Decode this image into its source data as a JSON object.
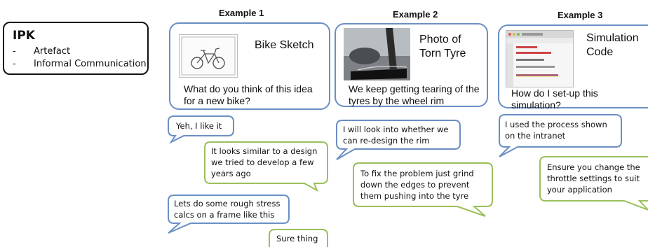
{
  "ipk": {
    "title": "IPK",
    "items": [
      "Artefact",
      "Informal Communication"
    ],
    "bullet": "-"
  },
  "examples": [
    {
      "title": "Example 1",
      "label": "Bike Sketch",
      "question": "What do you think of this idea for a new bike?"
    },
    {
      "title": "Example 2",
      "label": "Photo of Torn Tyre",
      "question": "We keep getting tearing of the tyres by the wheel rim"
    },
    {
      "title": "Example 3",
      "label": "Simulation Code",
      "question": "How do I set-up this simulation?"
    }
  ],
  "bubbles": [
    {
      "text": "Yeh, I like it"
    },
    {
      "text": "It looks similar to a design we tried to develop a few years ago"
    },
    {
      "text": "Lets do some rough stress calcs on a frame like this"
    },
    {
      "text": "Sure thing"
    },
    {
      "text": "I will look into whether we can re-design the rim"
    },
    {
      "text": "To fix the problem just grind down the edges to prevent them pushing into the tyre"
    },
    {
      "text": "I used the process shown on the intranet"
    },
    {
      "text": "Ensure you change the throttle settings to suit your application"
    }
  ],
  "colors": {
    "blue": "#6a8fc4",
    "green": "#9bbf5a",
    "ipk_border": "#111111"
  }
}
